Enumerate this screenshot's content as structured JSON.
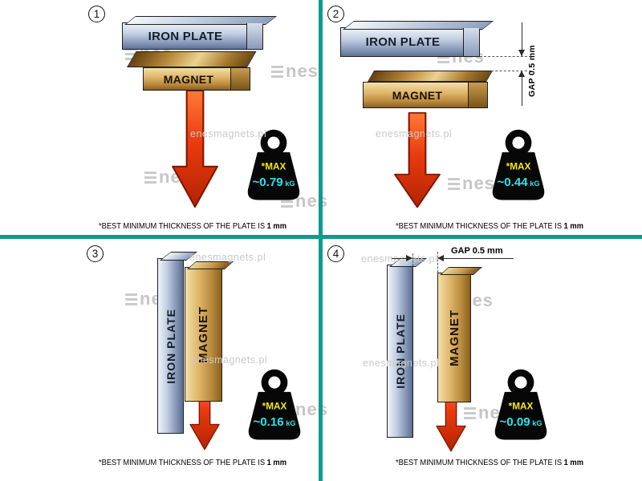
{
  "divider_color": "#0a9c8e",
  "watermark": {
    "site": "enesmagnets.pl",
    "logo": "nes"
  },
  "caption": {
    "prefix": "*BEST MINIMUM THICKNESS OF THE PLATE IS",
    "bold": "1 mm"
  },
  "panels": [
    {
      "number": "1",
      "plate": "IRON PLATE",
      "magnet": "MAGNET",
      "max": "*MAX",
      "value": "~0.79",
      "unit": "kG"
    },
    {
      "number": "2",
      "plate": "IRON PLATE",
      "magnet": "MAGNET",
      "max": "*MAX",
      "value": "~0.44",
      "unit": "kG",
      "gap": "GAP",
      "gap_value": "0.5 mm"
    },
    {
      "number": "3",
      "plate": "IRON PLATE",
      "magnet": "MAGNET",
      "max": "*MAX",
      "value": "~0.16",
      "unit": "kG"
    },
    {
      "number": "4",
      "plate": "IRON PLATE",
      "magnet": "MAGNET",
      "max": "*MAX",
      "value": "~0.09",
      "unit": "kG",
      "gap": "GAP",
      "gap_value": "0.5 mm"
    }
  ]
}
